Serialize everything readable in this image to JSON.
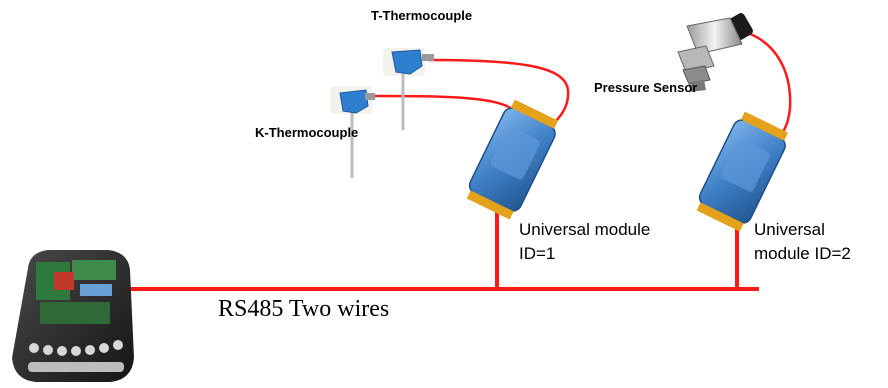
{
  "labels": {
    "t_thermocouple": "T-Thermocouple",
    "k_thermocouple": "K-Thermocouple",
    "pressure_sensor": "Pressure Sensor",
    "module1_line1": "Universal module",
    "module1_line2": "ID=1",
    "module2_line1": "Universal",
    "module2_line2": "module ID=2",
    "bus": "RS485 Two wires"
  },
  "colors": {
    "wire": "#ff1a1a",
    "module_body": "#3f7fc6",
    "module_terminal": "#e3a21a",
    "thermocouple_head": "#2f7fd0",
    "controller_body": "#2a2a2a",
    "controller_board": "#2e7a3c"
  }
}
